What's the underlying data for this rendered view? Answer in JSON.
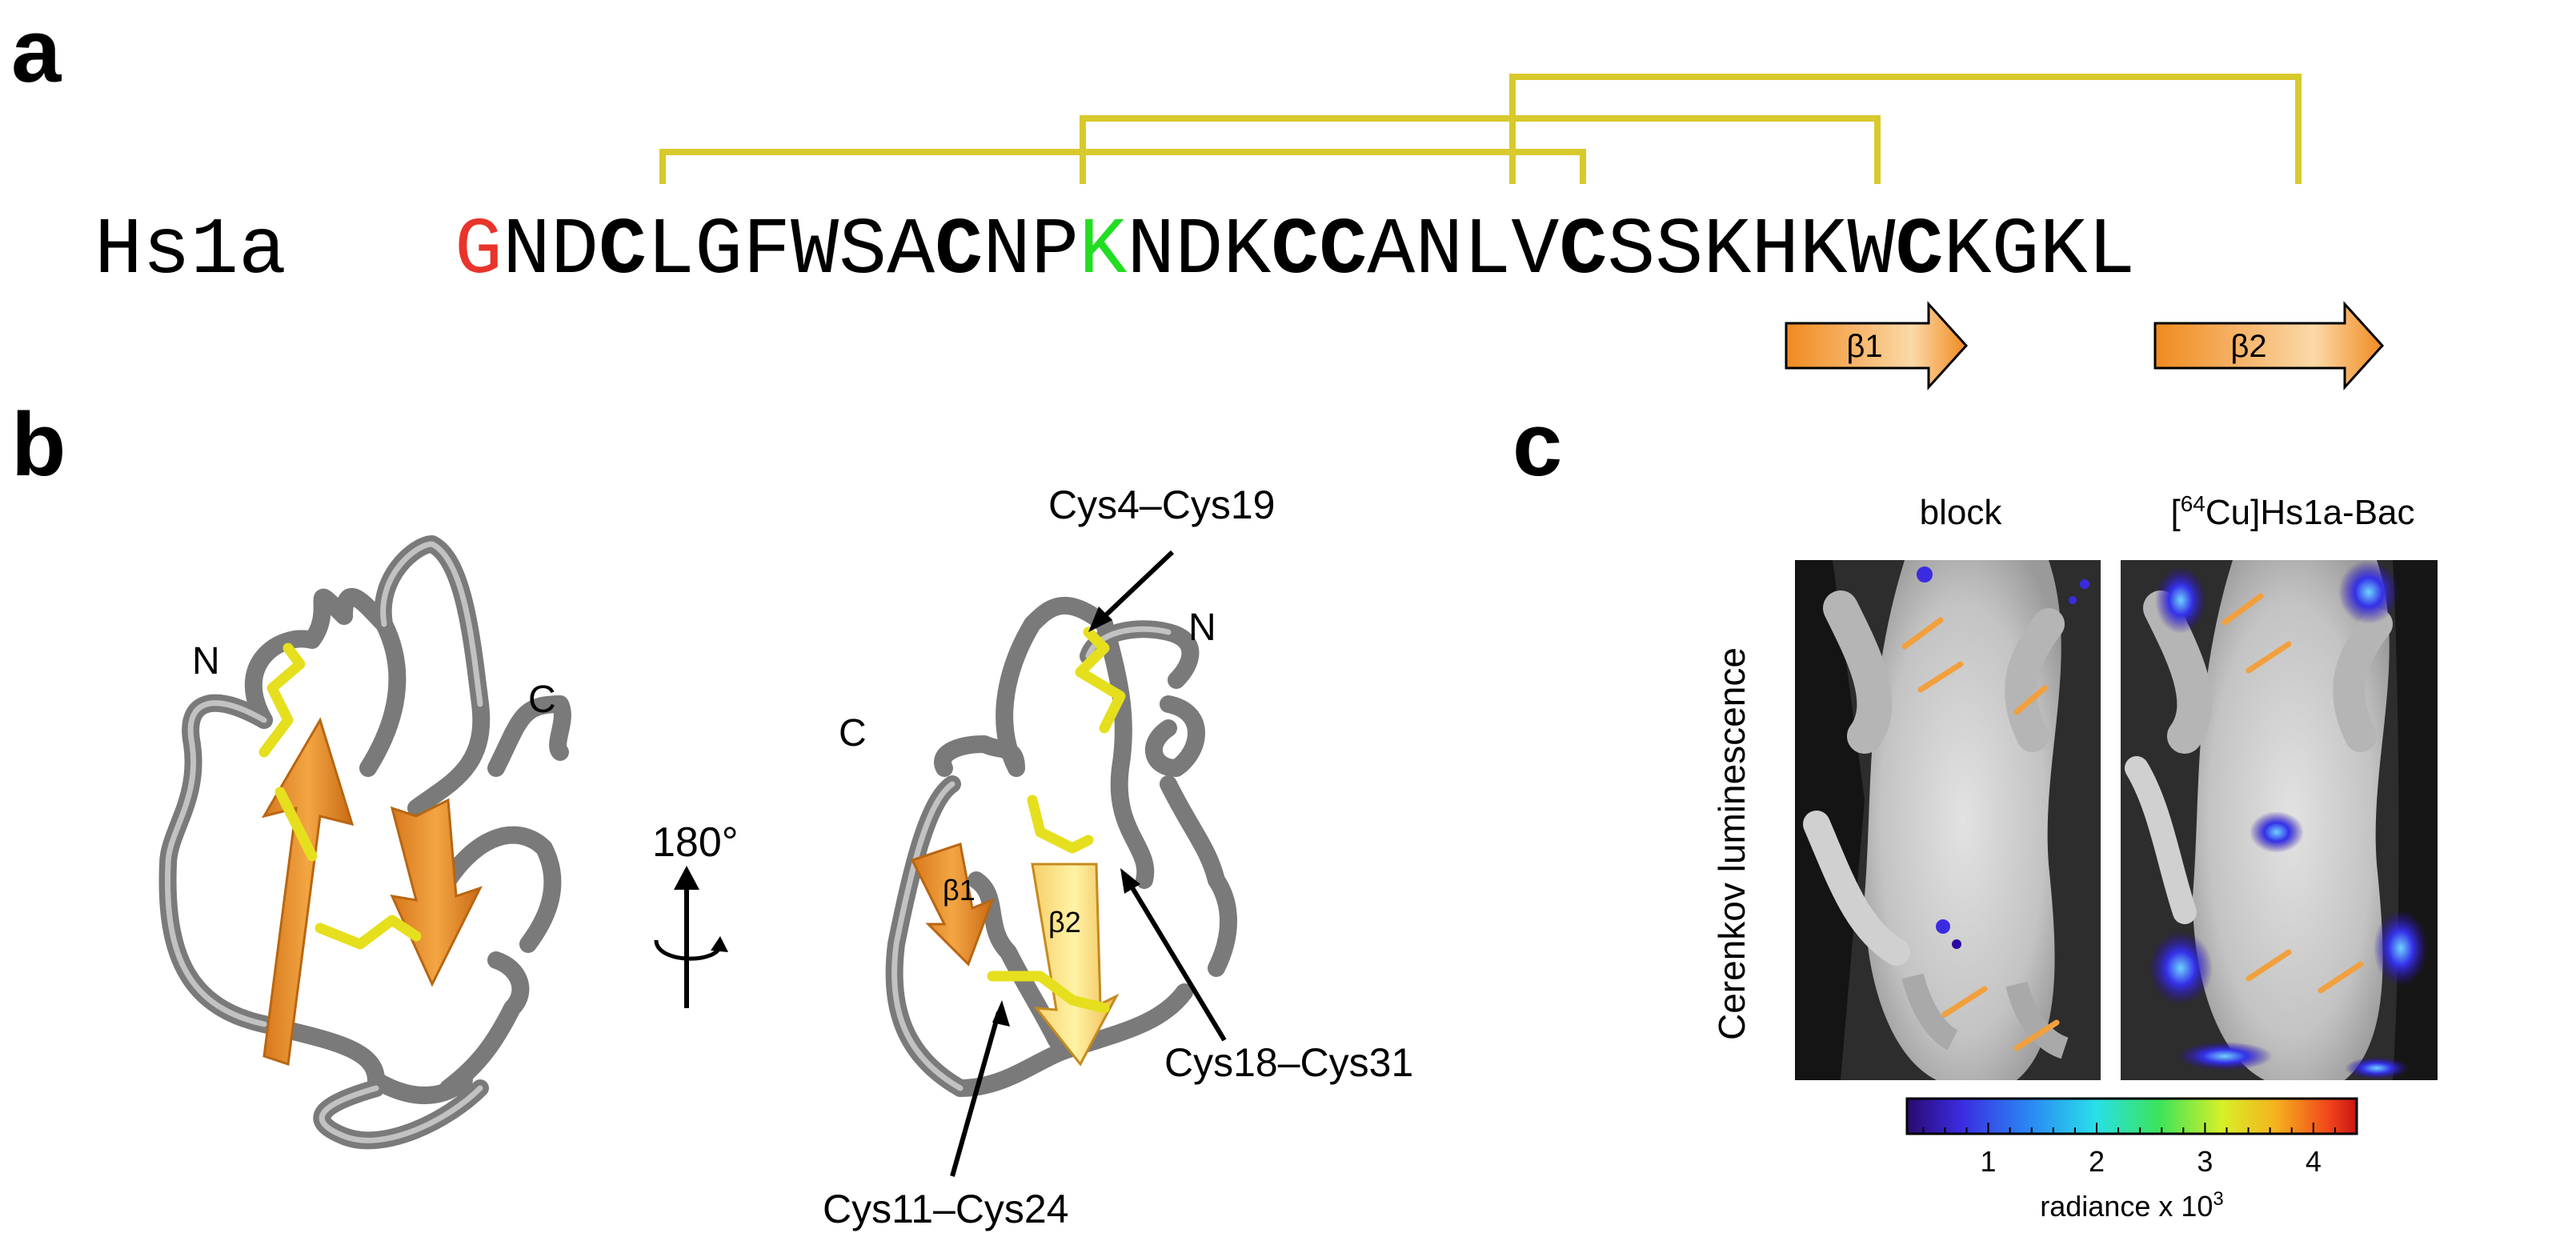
{
  "panels": {
    "a": {
      "letter": "a",
      "peptide_name": "Hs1a",
      "sequence": [
        "G",
        "N",
        "D",
        "C",
        "L",
        "G",
        "F",
        "W",
        "S",
        "A",
        "C",
        "N",
        "P",
        "K",
        "N",
        "D",
        "K",
        "C",
        "C",
        "A",
        "N",
        "L",
        "V",
        "C",
        "S",
        "S",
        "K",
        "H",
        "K",
        "W",
        "C",
        "K",
        "G",
        "K",
        "L"
      ],
      "sheets": [
        "β1",
        "β2"
      ],
      "colors": {
        "first_residue": "#e8342b",
        "lysine": "#22dd22",
        "disulfide": "#d8c92c",
        "sheet_arrow": "#f3a640"
      }
    },
    "b": {
      "letter": "b",
      "rotation_label": "180°",
      "termini": {
        "n": "N",
        "c": "C"
      },
      "strands": {
        "b1": "β1",
        "b2": "β2"
      },
      "bond_labels": {
        "cys4_cys19": "Cys4–Cys19",
        "cys18_cys31": "Cys18–Cys31",
        "cys11_cys24": "Cys11–Cys24"
      }
    },
    "c": {
      "letter": "c",
      "ylabel": "Cerenkov luminescence",
      "col_left": "block",
      "col_right_prefix": "[",
      "col_right_isotope": "64",
      "col_right_rest": "Cu]Hs1a-Bac",
      "colorbar": {
        "ticks": [
          "1",
          "2",
          "3",
          "4"
        ],
        "label_main": "radiance x 10",
        "label_exp": "3",
        "range": [
          0.25,
          4.4
        ]
      }
    }
  }
}
